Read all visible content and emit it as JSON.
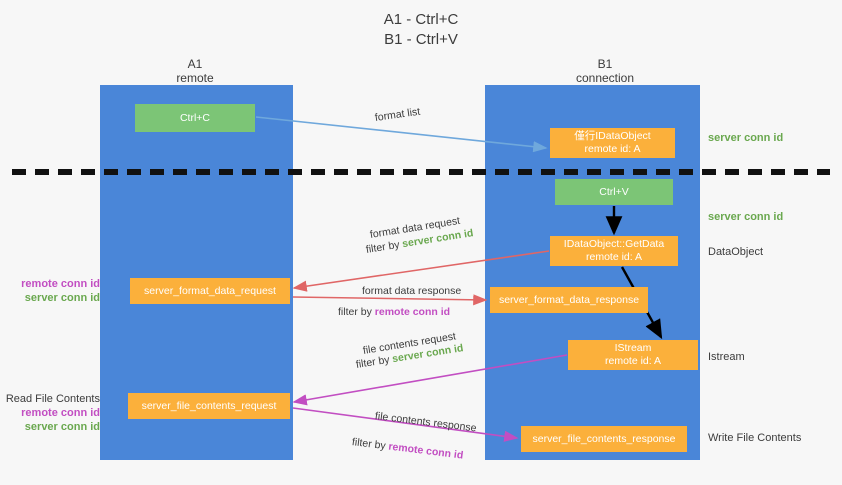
{
  "title": {
    "line1": "A1 - Ctrl+C",
    "line2": "B1 - Ctrl+V"
  },
  "colors": {
    "lane": "#4a86d8",
    "green_box": "#7cc576",
    "orange_box": "#fbb03b",
    "server_conn_id": "#6aa84f",
    "remote_conn_id": "#c24ec2",
    "arrow_blue": "#6fa8dc",
    "arrow_red": "#e06666",
    "arrow_magenta": "#c24ec2",
    "arrow_black": "#000000",
    "background": "#f7f7f7"
  },
  "columns": [
    {
      "id": "a1",
      "name": "A1",
      "subtitle": "remote"
    },
    {
      "id": "b1",
      "name": "B1",
      "subtitle": "connection"
    }
  ],
  "boxes": {
    "ctrl_c": {
      "line1": "Ctrl+C",
      "line2": ""
    },
    "ctrl_v": {
      "line1": "Ctrl+V",
      "line2": ""
    },
    "idataobject": {
      "line1": "僅行IDataObject",
      "line2": "remote id: A"
    },
    "getdata": {
      "line1": "IDataObject::GetData",
      "line2": "remote id: A"
    },
    "istream": {
      "line1": "IStream",
      "line2": "remote id: A"
    },
    "server_format_data_request": {
      "line1": "server_format_data_request",
      "line2": ""
    },
    "server_format_data_response": {
      "line1": "server_format_data_response",
      "line2": ""
    },
    "server_file_contents_request": {
      "line1": "server_file_contents_request",
      "line2": ""
    },
    "server_file_contents_response": {
      "line1": "server_file_contents_response",
      "line2": ""
    }
  },
  "connector_captions": {
    "format_list": "format list",
    "format_data_request": "format data request",
    "format_data_request_filter_prefix": "filter by ",
    "format_data_request_filter_key": "server conn id",
    "format_data_response": "format data response",
    "format_data_response_filter_prefix": "filter by ",
    "format_data_response_filter_key": "remote conn id",
    "file_contents_request": "file contents request",
    "file_contents_request_filter_prefix": "filter by ",
    "file_contents_request_filter_key": "server conn id",
    "file_contents_response": "file contents response",
    "file_contents_response_filter_prefix": "filter by ",
    "file_contents_response_filter_key": "remote conn id"
  },
  "right_labels": {
    "server_conn_id_top": "server conn id",
    "server_conn_id_mid": "server conn id",
    "dataobject": "DataObject",
    "istream": "Istream",
    "write_file_contents": "Write File Contents"
  },
  "left_labels": {
    "remote_conn_id_1": "remote conn id",
    "server_conn_id_1": "server conn id",
    "read_file_contents": "Read File Contents",
    "remote_conn_id_2": "remote conn id",
    "server_conn_id_2": "server conn id"
  }
}
